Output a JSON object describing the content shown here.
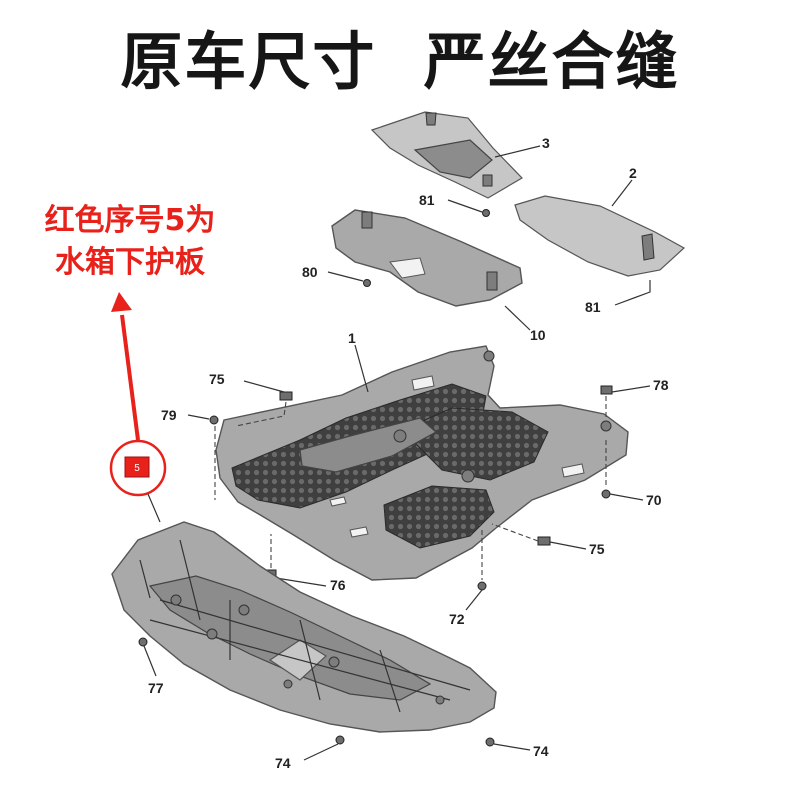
{
  "headline": {
    "part1": "原车尺寸",
    "part2": "严丝合缝"
  },
  "annotation": {
    "line1": "红色序号5为",
    "line2": "水箱下护板"
  },
  "marker": {
    "label": "5",
    "color": "#e8221b",
    "arrow_color": "#e8221b"
  },
  "callouts": [
    "3",
    "2",
    "81",
    "81",
    "80",
    "10",
    "1",
    "75",
    "78",
    "79",
    "70",
    "75",
    "76",
    "72",
    "77",
    "74",
    "74"
  ],
  "colors": {
    "annotation_text": "#e8221b",
    "headline_text": "#161616"
  }
}
